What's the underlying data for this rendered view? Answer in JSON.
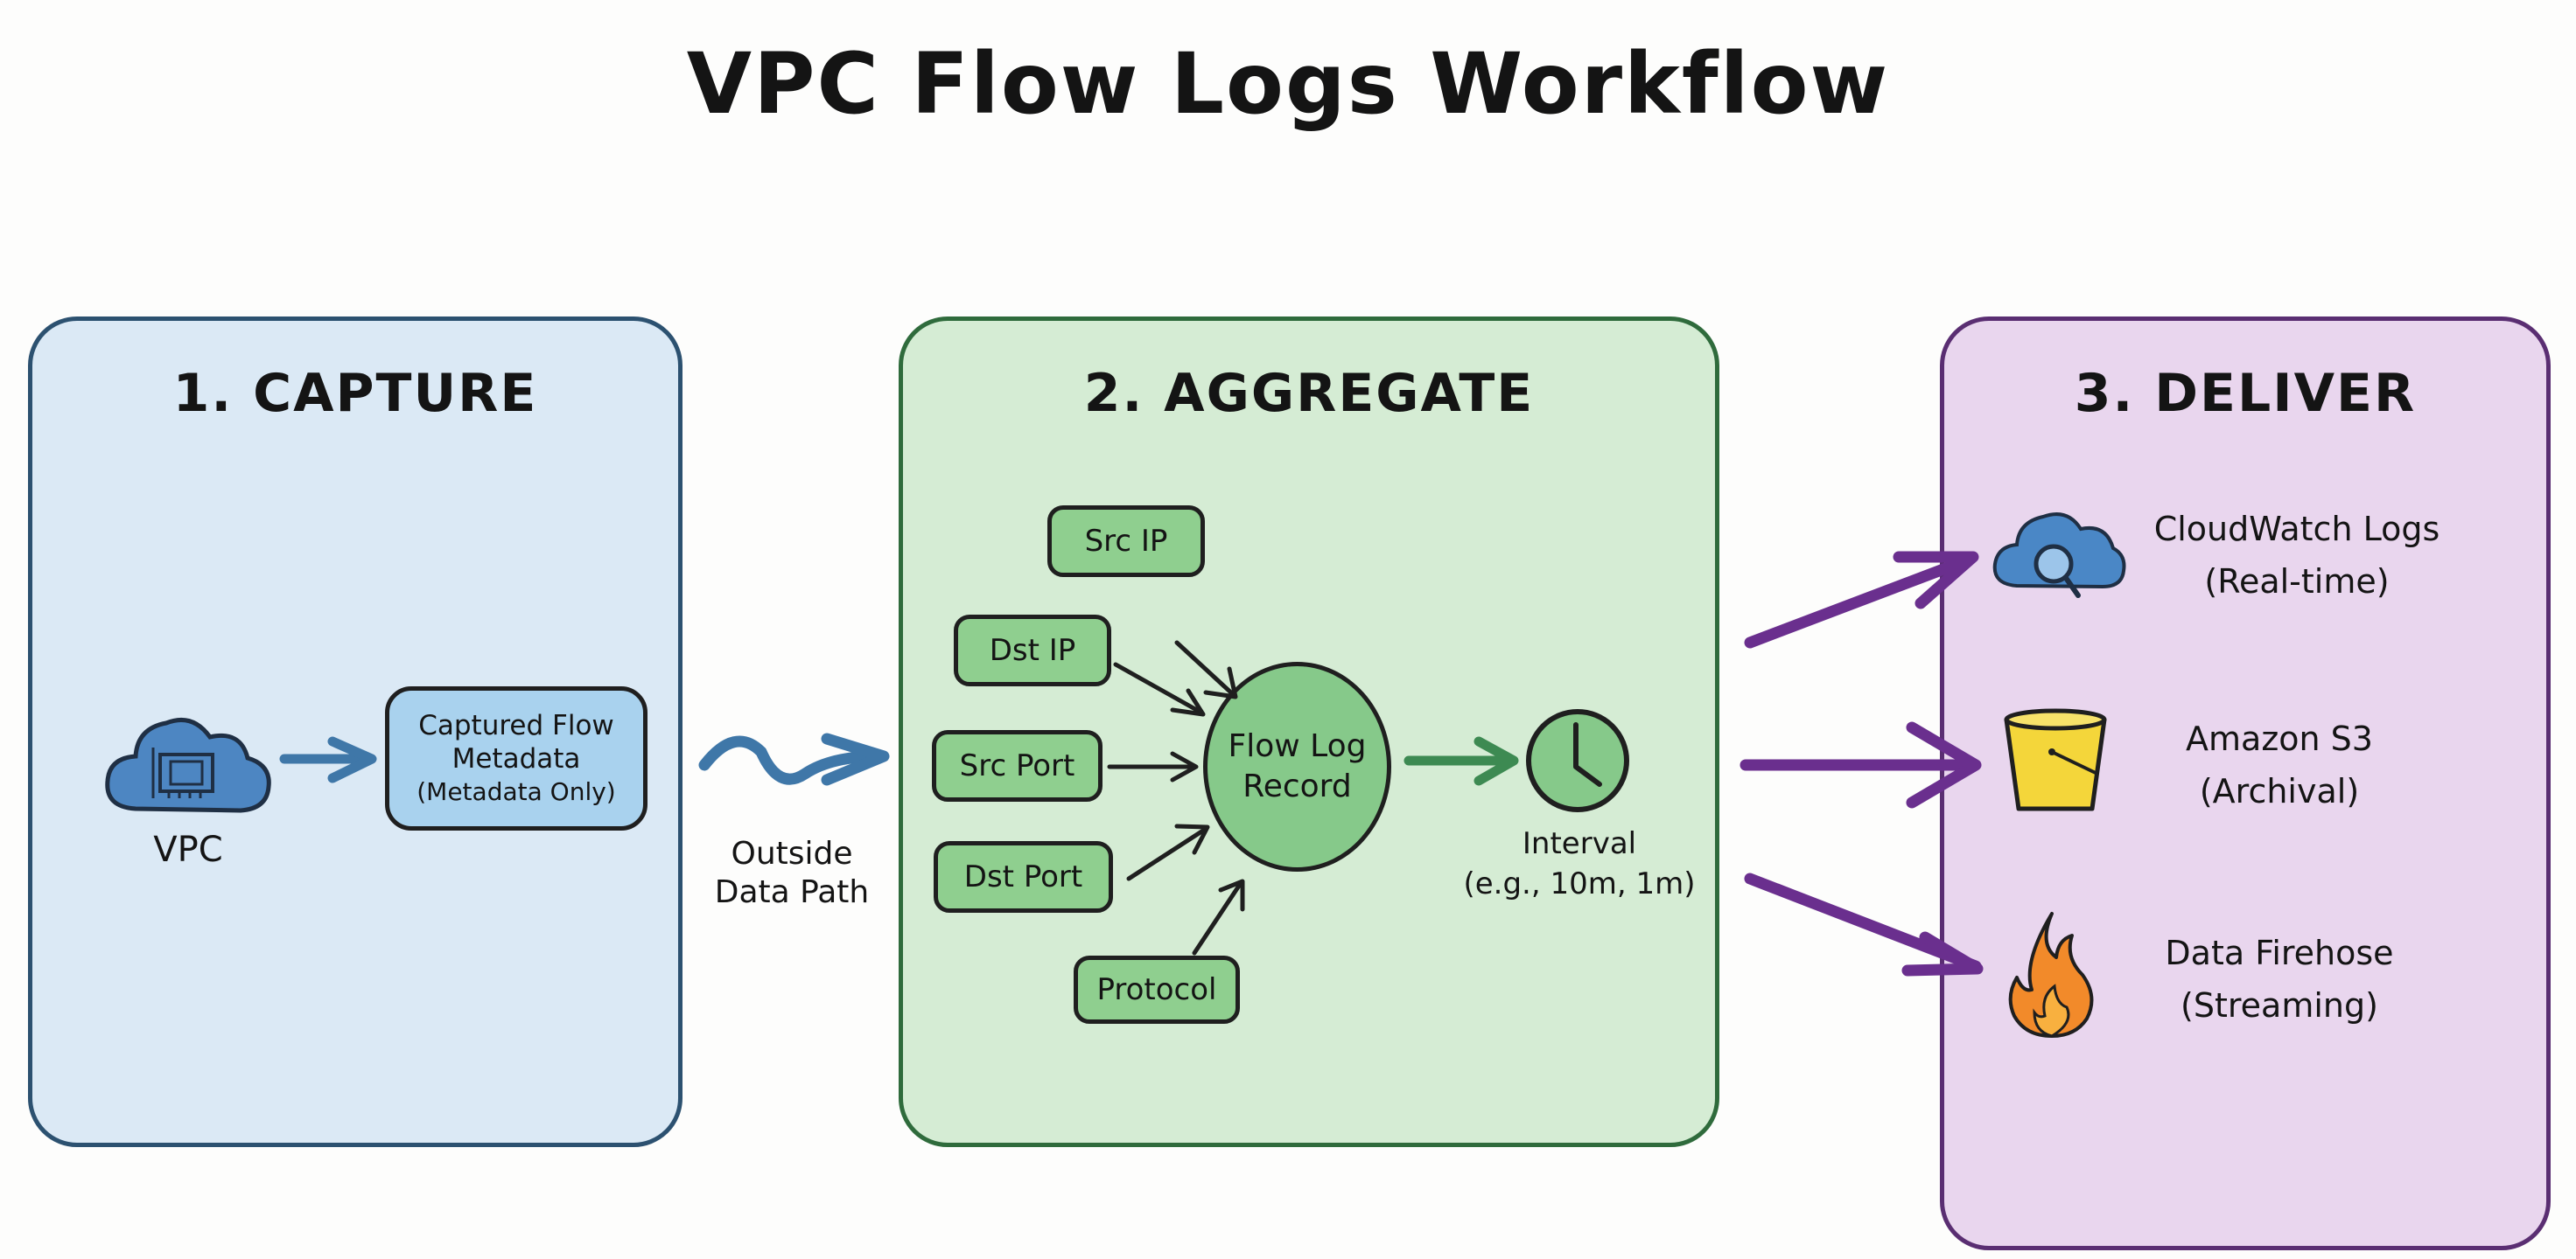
{
  "title": "VPC Flow Logs Workflow",
  "panels": {
    "capture": {
      "title": "1. CAPTURE",
      "source_label": "VPC",
      "metadata_box": {
        "line1": "Captured Flow",
        "line2": "Metadata",
        "line3": "(Metadata Only)"
      }
    },
    "transition": {
      "line1": "Outside",
      "line2": "Data Path"
    },
    "aggregate": {
      "title": "2. AGGREGATE",
      "fields": [
        "Src IP",
        "Dst IP",
        "Src Port",
        "Dst Port",
        "Protocol"
      ],
      "record": {
        "line1": "Flow Log",
        "line2": "Record"
      },
      "interval": {
        "line1": "Interval",
        "line2": "(e.g., 10m, 1m)"
      }
    },
    "deliver": {
      "title": "3. DELIVER",
      "destinations": [
        {
          "name": "CloudWatch Logs",
          "mode": "(Real-time)",
          "icon": "cloud-search-icon"
        },
        {
          "name": "Amazon S3",
          "mode": "(Archival)",
          "icon": "bucket-icon"
        },
        {
          "name": "Data Firehose",
          "mode": "(Streaming)",
          "icon": "flame-icon"
        }
      ]
    }
  },
  "colors": {
    "capture_bg": "#dbe9f5",
    "capture_border": "#2c5170",
    "aggregate_bg": "#d5ecd4",
    "aggregate_border": "#2f6b3c",
    "deliver_bg": "#e9d6ee",
    "deliver_border": "#5a2e72",
    "blue_arrow": "#3f77a8",
    "green_arrow": "#3d8a52",
    "purple_arrow": "#6a2f8e"
  }
}
